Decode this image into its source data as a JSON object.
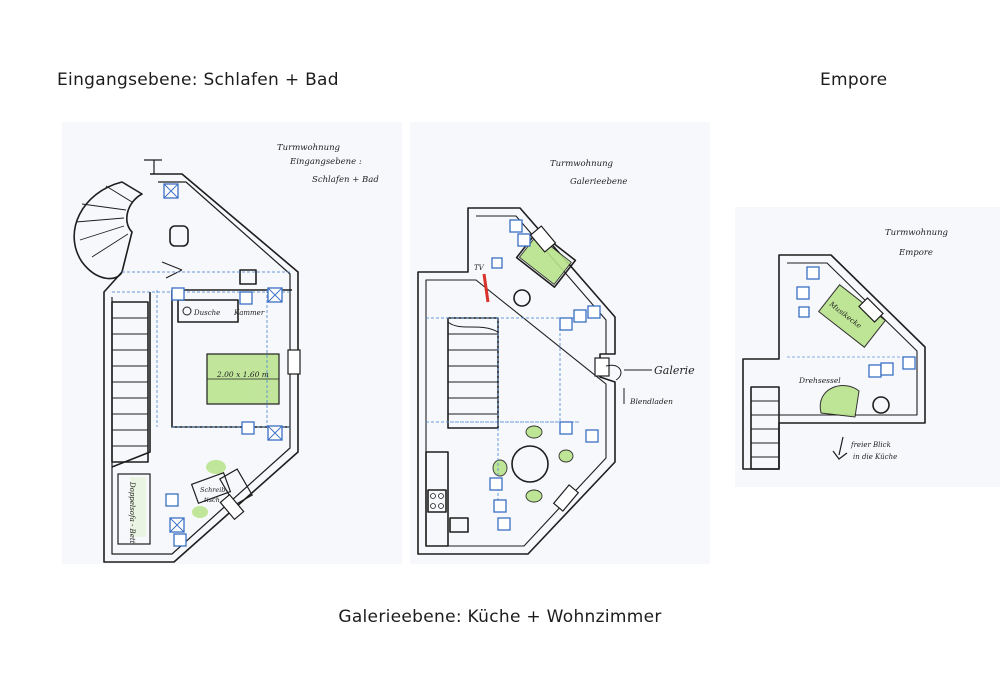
{
  "captions": {
    "entry_level": "Eingangsebene: Schlafen + Bad",
    "empore": "Empore",
    "gallery_level": "Galerieebene: Küche + Wohnzimmer"
  },
  "sketches": {
    "entry": {
      "title_line1": "Turmwohnung",
      "title_line2": "Eingangsebene :",
      "title_line3": "Schlafen + Bad",
      "bed_label": "2.00 x 1.60 m",
      "shower_label": "Dusche",
      "closet_label": "Kammer",
      "sofa_label": "Doppelsofa - Bett",
      "desk_label": "Schreib-",
      "chair_label": "tisch"
    },
    "gallery": {
      "title_line1": "Turmwohnung",
      "title_line2": "Galerieebene",
      "tv_label": "TV",
      "galerie_label": "Galerie",
      "blende_label": "Blendladen"
    },
    "empore": {
      "title_line1": "Turmwohnung",
      "title_line2": "Empore",
      "lounge_label": "Musikecke",
      "armchair_label": "Drehsessel",
      "view_line1": "freier Blick",
      "view_line2": "in die Küche"
    }
  },
  "colors": {
    "ink": "#1e1e1e",
    "blue_pencil": "#5b8fd6",
    "window_blue": "#3a6fc4",
    "green_pencil": "#b7e38a",
    "red_pencil": "#d9322a",
    "paper": "#f7f8fb"
  }
}
